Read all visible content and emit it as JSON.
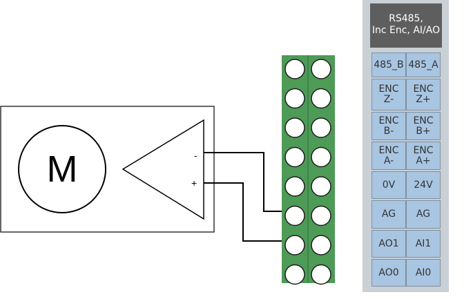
{
  "motor": {
    "label": "M"
  },
  "amplifier": {
    "minus": "-",
    "plus": "+"
  },
  "panel": {
    "title_line1": "RS485,",
    "title_line2": "Inc Enc, AI/AO",
    "rows": [
      {
        "left": "485_B",
        "right": "485_A"
      },
      {
        "left": "ENC\nZ-",
        "right": "ENC\nZ+"
      },
      {
        "left": "ENC\nB-",
        "right": "ENC\nB+"
      },
      {
        "left": "ENC\nA-",
        "right": "ENC\nA+"
      },
      {
        "left": "0V",
        "right": "24V"
      },
      {
        "left": "AG",
        "right": "AG"
      },
      {
        "left": "AO1",
        "right": "AI1"
      },
      {
        "left": "AO0",
        "right": "AI0"
      }
    ]
  },
  "colors": {
    "terminal_block": "#4e9a57",
    "terminal_hole": "#ffffff",
    "panel_bg": "#c9d0d6",
    "header_bg": "#5e5e5e",
    "cell_bg": "#a8c5e2"
  }
}
